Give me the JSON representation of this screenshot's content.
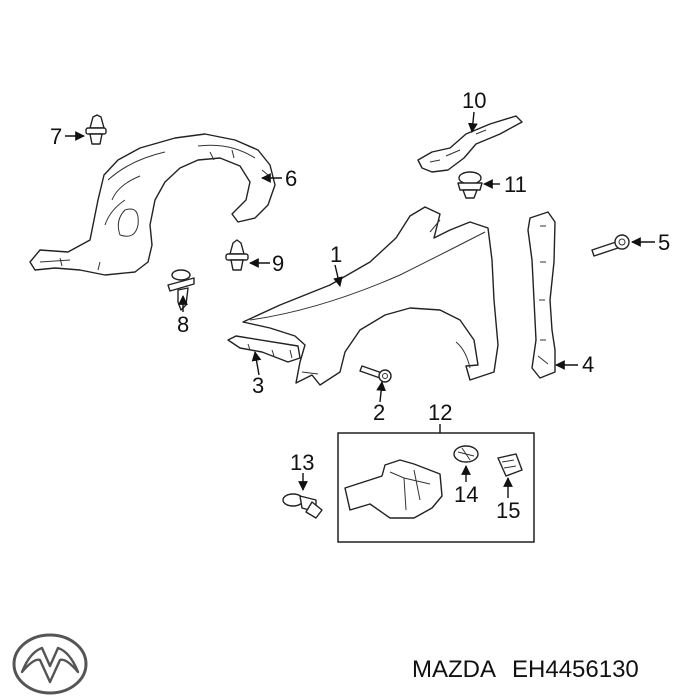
{
  "callouts": {
    "c1": "1",
    "c2": "2",
    "c3": "3",
    "c4": "4",
    "c5": "5",
    "c6": "6",
    "c7": "7",
    "c8": "8",
    "c9": "9",
    "c10": "10",
    "c11": "11",
    "c12": "12",
    "c13": "13",
    "c14": "14",
    "c15": "15"
  },
  "footer": {
    "brand": "MAZDA",
    "part_number": "EH4456130",
    "logo_icon": "mazda-logo-icon"
  }
}
